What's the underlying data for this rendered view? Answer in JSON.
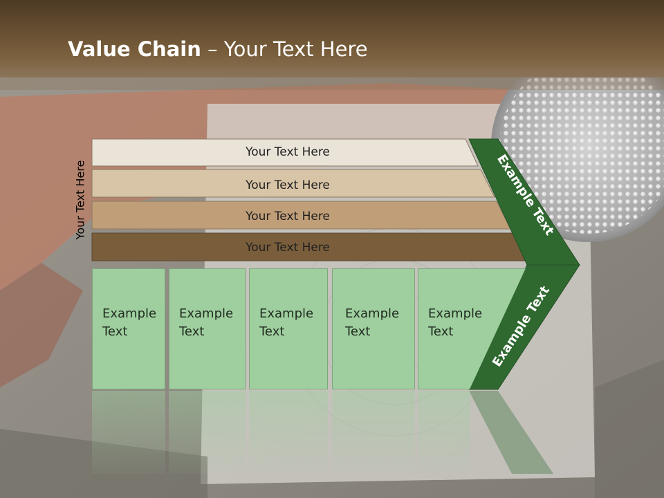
{
  "title": {
    "bold": "Value Chain",
    "rest": " – Your Text Here"
  },
  "side_label": "Your Text Here",
  "bars": [
    {
      "label": "Your Text Here",
      "color": "#eae3d8"
    },
    {
      "label": "Your Text Here",
      "color": "#d8c4a6"
    },
    {
      "label": "Your Text Here",
      "color": "#bf9e78"
    },
    {
      "label": "Your Text Here",
      "color": "#7a5e3c"
    }
  ],
  "boxes": [
    {
      "line1": "Example",
      "line2": "Text"
    },
    {
      "line1": "Example",
      "line2": "Text"
    },
    {
      "line1": "Example",
      "line2": "Text"
    },
    {
      "line1": "Example",
      "line2": "Text"
    },
    {
      "line1": "Example",
      "line2": "Text"
    }
  ],
  "chevrons": {
    "upper": "Example Text",
    "lower": "Example Text",
    "color": "#2f6930"
  },
  "colors": {
    "header": "#6f5634",
    "box_fill": "#9fcf9f"
  }
}
